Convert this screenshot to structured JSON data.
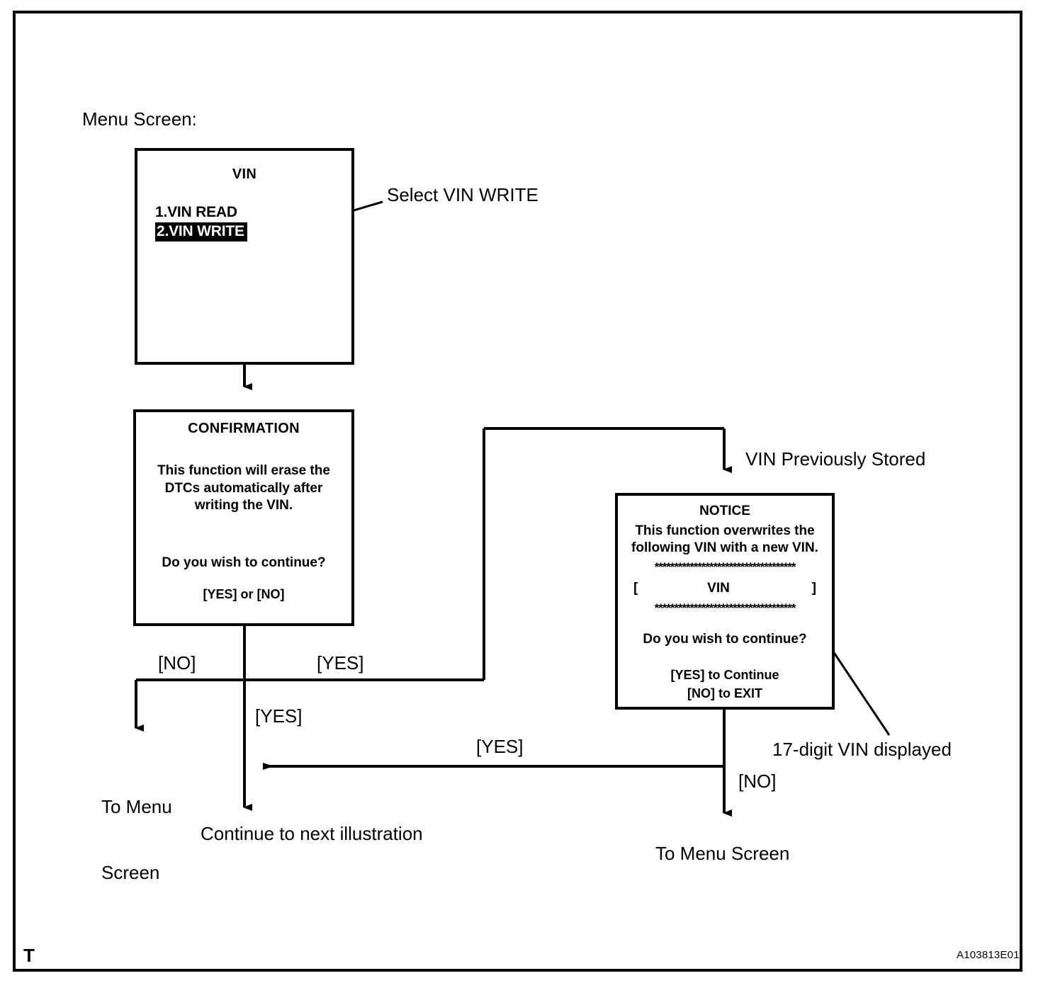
{
  "figure": {
    "caption_label": "Menu Screen:",
    "corner_code": "A103813E01",
    "sheet_mark": "T"
  },
  "screens": {
    "menu": {
      "title": "VIN",
      "items": [
        {
          "label": "1.VIN READ",
          "selected": false
        },
        {
          "label": "2.VIN WRITE",
          "selected": true
        }
      ]
    },
    "confirmation": {
      "title": "CONFIRMATION",
      "body_line1": "This function will erase the",
      "body_line2": "DTCs automatically after",
      "body_line3": "writing the VIN.",
      "question": "Do you wish to continue?",
      "choices": "[YES] or [NO]"
    },
    "notice": {
      "title": "NOTICE",
      "body_line1": "This function overwrites the",
      "body_line2": "following VIN with a new VIN.",
      "separator_top": "************************************",
      "vin_open_bracket": "[",
      "vin_value": "VIN",
      "vin_close_bracket": "]",
      "separator_bottom": "************************************",
      "question": "Do you wish to continue?",
      "choice_yes": "[YES] to Continue",
      "choice_no": "[NO] to EXIT"
    }
  },
  "annotations": {
    "select_vin_write": "Select VIN WRITE",
    "vin_previously_stored": "VIN Previously Stored",
    "seventeen_digit_vin": "17-digit VIN displayed"
  },
  "flow": {
    "confirm_no": "[NO]",
    "confirm_yes_right": "[YES]",
    "confirm_yes_down": "[YES]",
    "notice_yes": "[YES]",
    "notice_no": "[NO]",
    "to_menu_screen_left_line1": "To Menu",
    "to_menu_screen_left_line2": "Screen",
    "continue_next": "Continue to next illustration",
    "to_menu_screen_right": "To Menu Screen"
  },
  "colors": {
    "ink": "#000000",
    "paper": "#ffffff",
    "highlight_bg": "#000000",
    "highlight_fg": "#ffffff"
  }
}
